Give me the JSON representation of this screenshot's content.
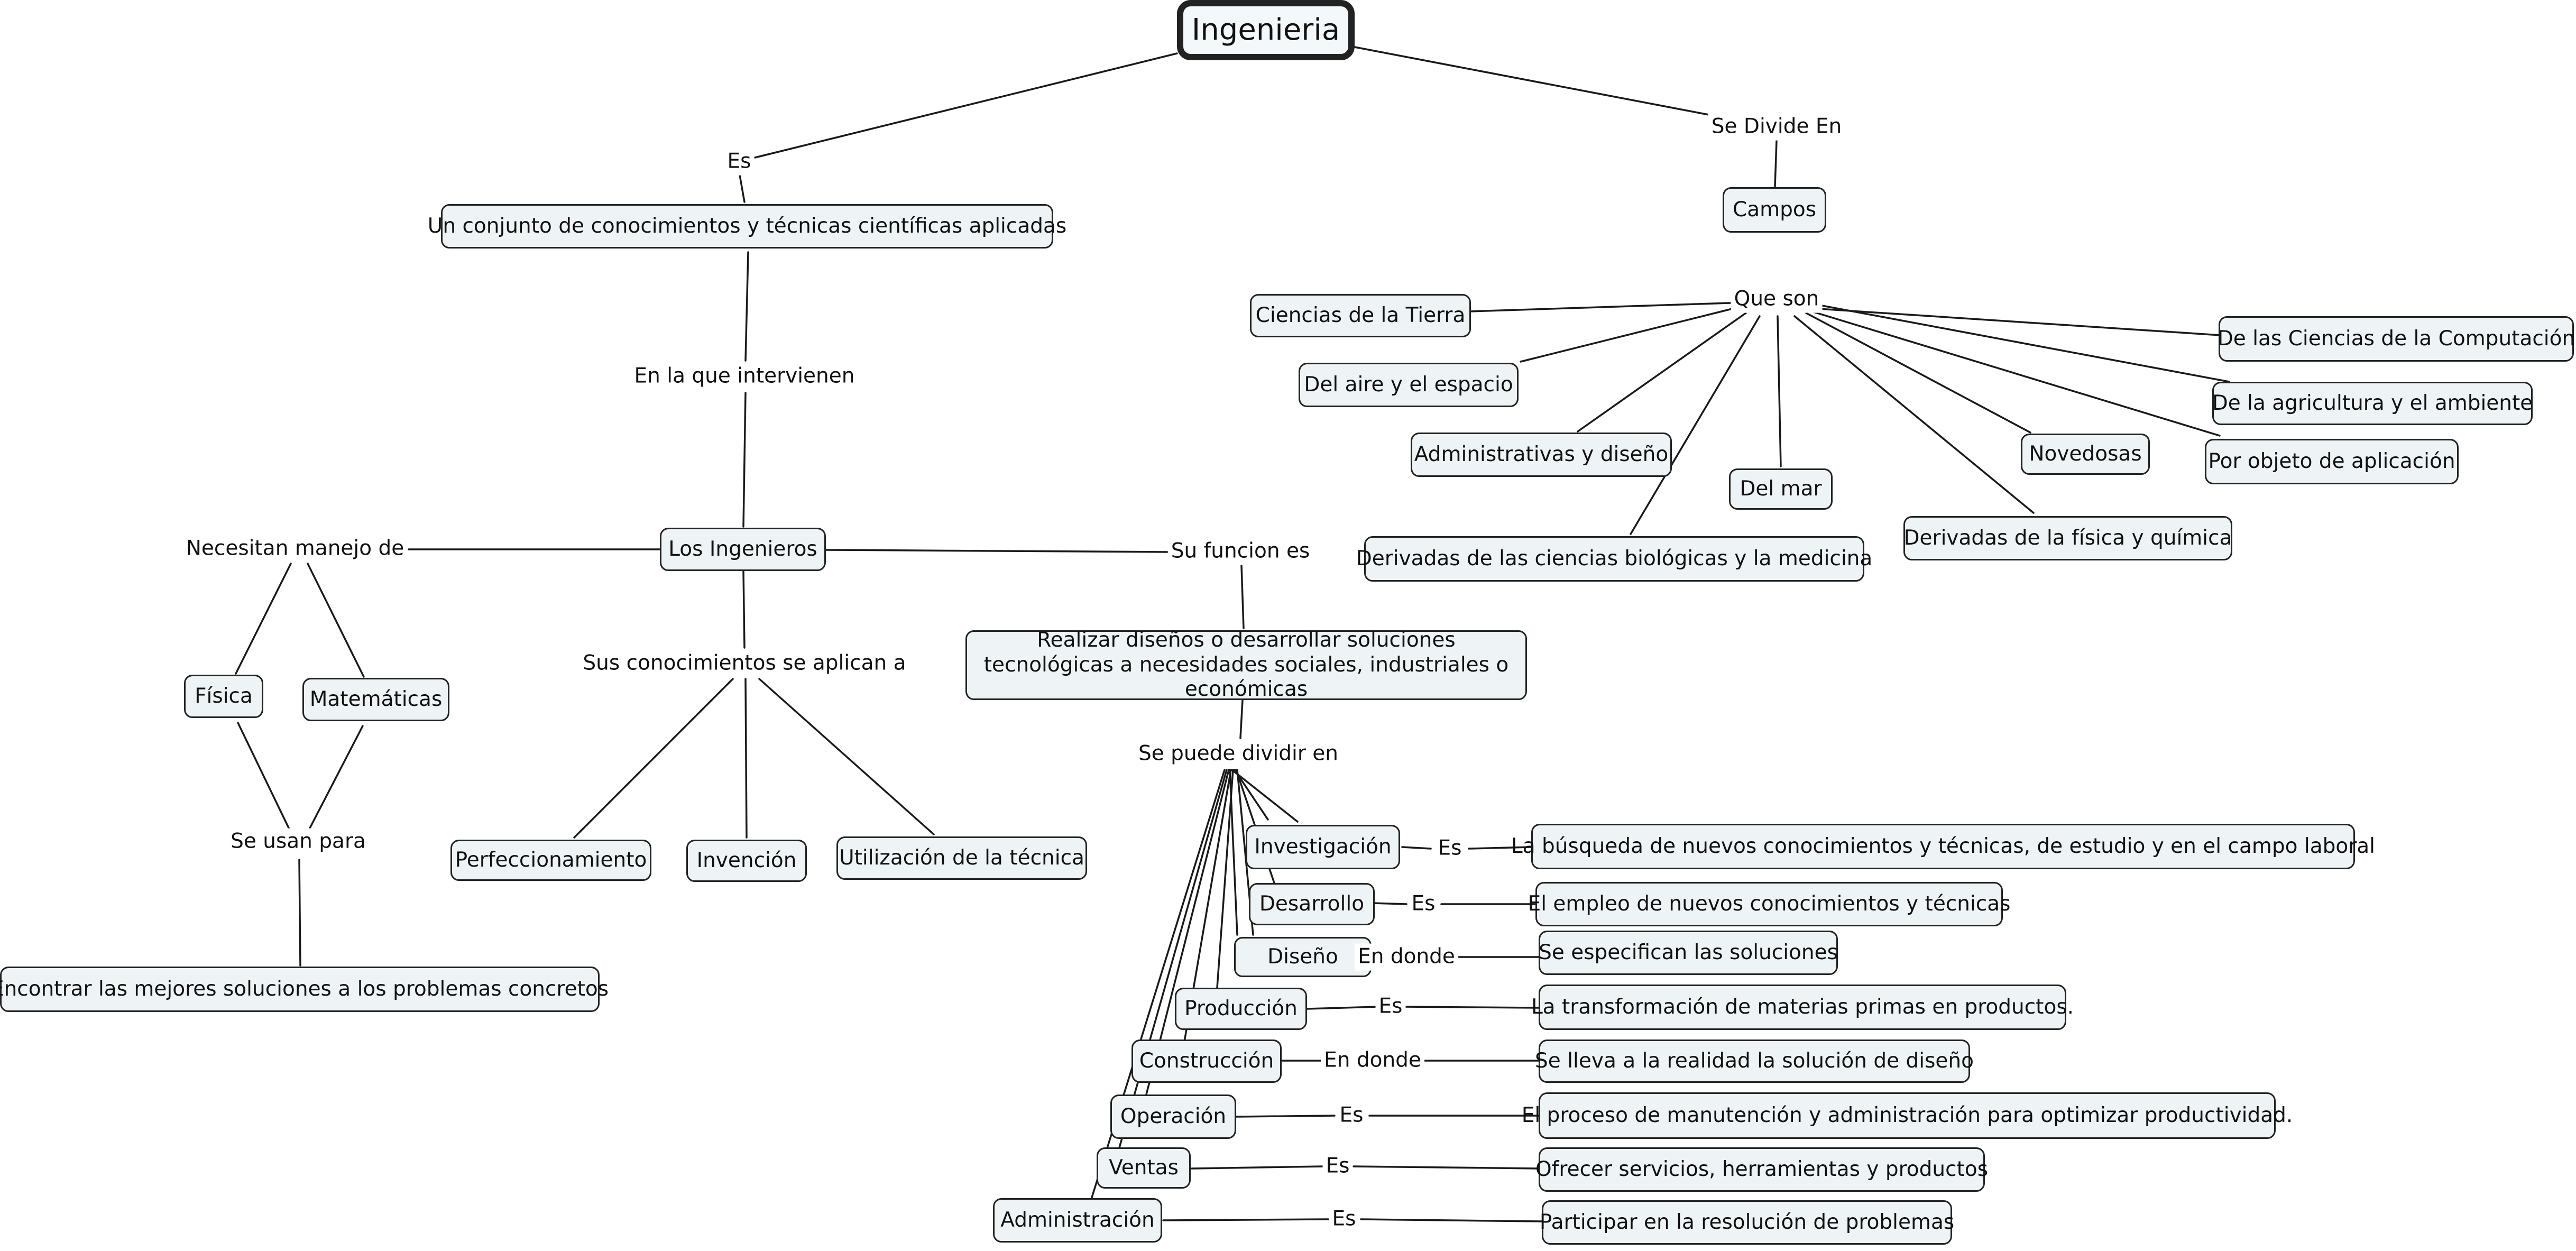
{
  "map": {
    "root": "Ingenieria",
    "es": "Es",
    "definition": "Un conjunto de conocimientos y técnicas científicas aplicadas",
    "en_la_que": "En la que intervienen",
    "ingenieros": "Los Ingenieros",
    "necesitan": "Necesitan manejo de",
    "fisica": "Física",
    "matematicas": "Matemáticas",
    "se_usan": "Se usan para",
    "encontrar": "Encontrar las mejores soluciones a los problemas concretos",
    "sus_conoc": "Sus conocimientos se aplican a",
    "perfeccionamiento": "Perfeccionamiento",
    "invencion": "Invención",
    "utilizacion": "Utilización de la técnica",
    "su_funcion": "Su funcion es",
    "realizar": "Realizar diseños o desarrollar soluciones tecnológicas a necesidades sociales, industriales o económicas",
    "se_puede": "Se puede dividir en",
    "se_divide": "Se Divide En",
    "campos": "Campos",
    "que_son": "Que son",
    "f_tierra": "Ciencias de la Tierra",
    "f_aire": "Del aire y el espacio",
    "f_admin": "Administrativas y diseño",
    "f_mar": "Del mar",
    "f_bio": "Derivadas de las ciencias biológicas y la medicina",
    "f_fisica": "Derivadas de la física y química",
    "f_novedosas": "Novedosas",
    "f_computacion": "De las Ciencias de la Computación",
    "f_agricultura": "De la agricultura y el ambiente",
    "f_objeto": "Por objeto de aplicación",
    "b_investigacion": "Investigación",
    "b_desarrollo": "Desarrollo",
    "b_diseno": "Diseño",
    "b_produccion": "Producción",
    "b_construccion": "Construcción",
    "b_operacion": "Operación",
    "b_ventas": "Ventas",
    "b_administracion": "Administración",
    "l_inv": "Es",
    "l_des": "Es",
    "l_dis": "En donde",
    "l_pro": "Es",
    "l_con": "En donde",
    "l_ope": "Es",
    "l_ven": "Es",
    "l_adm": "Es",
    "d_inv": "La búsqueda de nuevos conocimientos y técnicas, de estudio y en el campo laboral",
    "d_des": "El empleo de nuevos conocimientos y técnicas",
    "d_dis": "Se especifican las soluciones",
    "d_pro": "La transformación de materias primas en productos.",
    "d_con": "Se lleva a la realidad la solución de diseño",
    "d_ope": "El proceso de manutención y administración para optimizar productividad.",
    "d_ven": "Ofrecer servicios, herramientas y productos",
    "d_adm": "Participar en la resolución de problemas"
  }
}
